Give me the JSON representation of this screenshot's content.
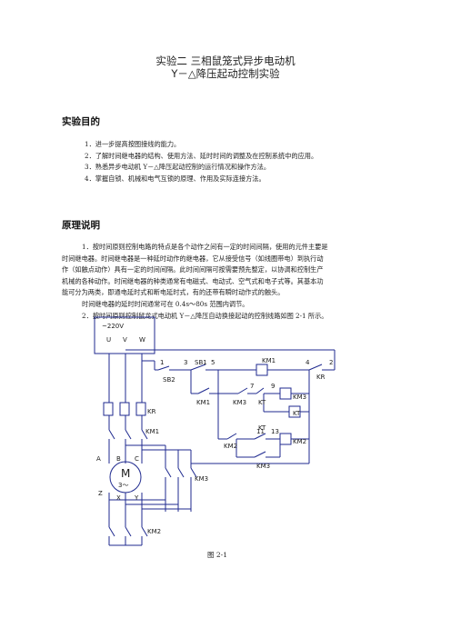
{
  "header": {
    "title": "实验二  三相鼠笼式异步电动机",
    "subtitle": "Y－△降压起动控制实验"
  },
  "objective": {
    "heading": "实验目的",
    "items": [
      "1．进一步提高按图接线的能力。",
      "2．了解时间继电器的结构、使用方法、延时时间的调整及在控制系统中的应用。",
      "3．熟悉异步电动机 Y－△降压起动控制的运行情况和操作方法。",
      "4．掌握自锁、机械和电气互锁的原理、作用及实际连接方法。"
    ]
  },
  "principle": {
    "heading": "原理说明",
    "p1_lines": [
      "1．按时间原则控制电路的特点是各个动作之间有一定的时间间隔，使用的元件主要是",
      "时间继电器。时间继电器是一种延时动作的继电器，它从接受信号（如线圈带电）到执行动",
      "作（如触点动作）具有一定的时间间隔。此时间间隔可按需要预先整定，以协调和控制生产",
      "机械的各种动作。时间继电器的种类通常有电磁式、电动式、空气式和电子式等。其基本功",
      "能可分为两类，即通电延时式和断电延时式，有的还带有瞬时动作式的触头。"
    ],
    "p2": "时间继电器的延时时间通常可在 0.4s～80s 范围内调节。",
    "p3": "2．按时间原则控制鼠龙式电动机 Y－△降压自动换接起动的控制线路如图 2-1 所示。"
  },
  "circuit": {
    "supply": "~220V",
    "phases": [
      "U",
      "V",
      "W"
    ],
    "nodes": [
      "1",
      "3",
      "5",
      "7",
      "9",
      "11",
      "13",
      "4",
      "2"
    ],
    "labels": {
      "sb2": "SB2",
      "sb1": "SB1",
      "km1_contact": "KM1",
      "km3_contact": "KM3",
      "kt_contact": "KT",
      "km2_contact": "KM2",
      "kt_contact2": "KT",
      "km3_bottom": "KM3",
      "km1_coil": "KM1",
      "km2_coil": "KM2",
      "kt_coil": "KT",
      "km3_coil": "KM3",
      "kr_top": "KR",
      "kr_relay": "KR",
      "km1_main": "KM1",
      "km3_main": "KM3",
      "km2_main": "KM2"
    },
    "motor": {
      "symbol": "M",
      "phase": "3～",
      "terminals_top": [
        "A",
        "B",
        "C"
      ],
      "terminals_bottom": [
        "Z",
        "X",
        "Y"
      ]
    },
    "line_color": "#1f2a8f",
    "text_color": "#1a1a1a"
  },
  "figure_caption": "图 2-1"
}
